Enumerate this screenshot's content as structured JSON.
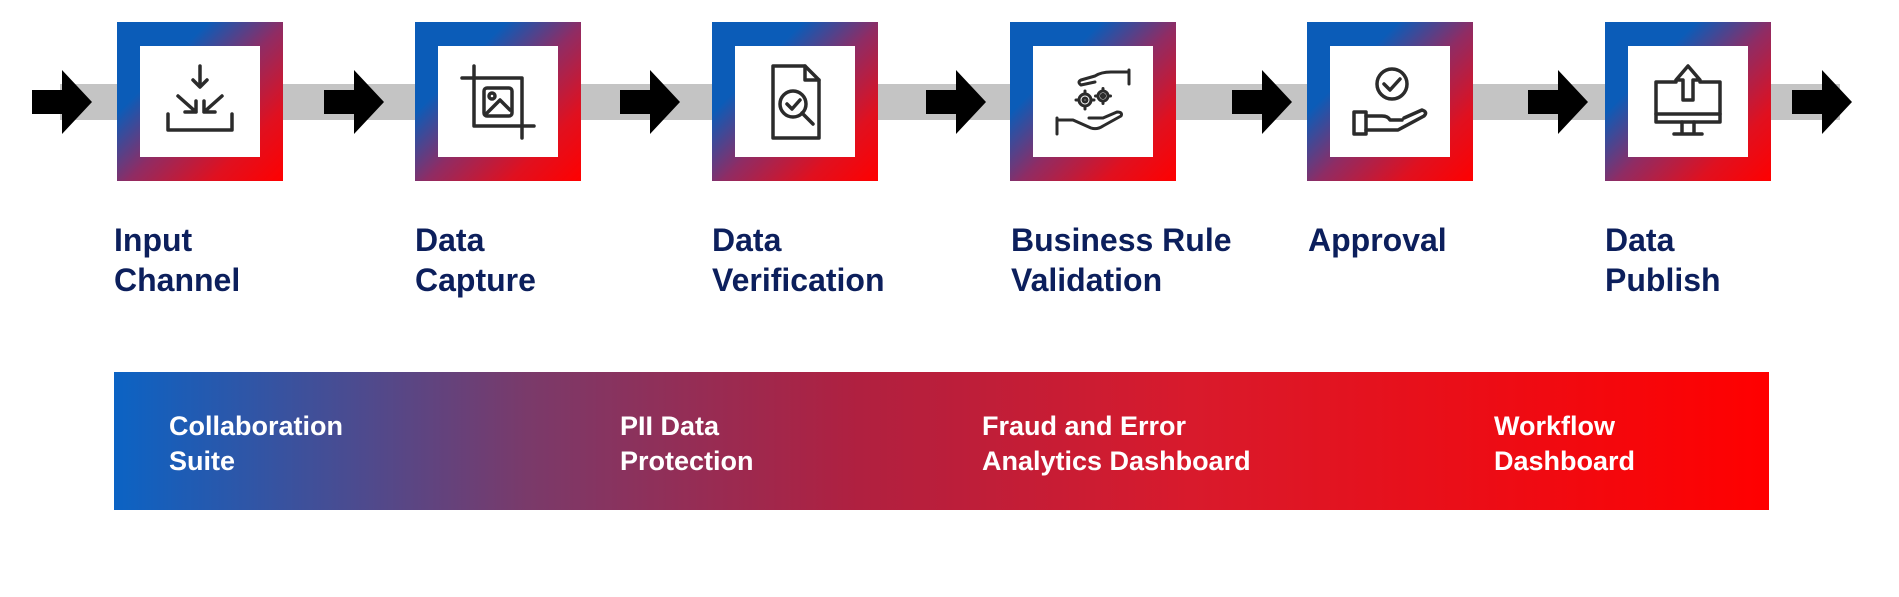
{
  "steps": [
    {
      "line1": "Input",
      "line2": "Channel",
      "icon": "inbox-download-icon"
    },
    {
      "line1": "Data",
      "line2": "Capture",
      "icon": "crop-image-icon"
    },
    {
      "line1": "Data",
      "line2": "Verification",
      "icon": "document-search-check-icon"
    },
    {
      "line1": "Business Rule",
      "line2": "Validation",
      "icon": "hands-gears-icon"
    },
    {
      "line1": "Approval",
      "line2": "",
      "icon": "hand-check-icon"
    },
    {
      "line1": "Data",
      "line2": "Publish",
      "icon": "monitor-upload-icon"
    }
  ],
  "features": [
    {
      "line1": "Collaboration",
      "line2": "Suite"
    },
    {
      "line1": "PII Data",
      "line2": "Protection"
    },
    {
      "line1": "Fraud and Error",
      "line2": "Analytics Dashboard"
    },
    {
      "line1": "Workflow",
      "line2": "Dashboard"
    }
  ],
  "colors": {
    "gradient_start": "#0b5cb8",
    "gradient_end": "#ff0000",
    "label_text": "#0c1f5c",
    "flow_line": "#c4c4c4",
    "arrow": "#000000"
  }
}
